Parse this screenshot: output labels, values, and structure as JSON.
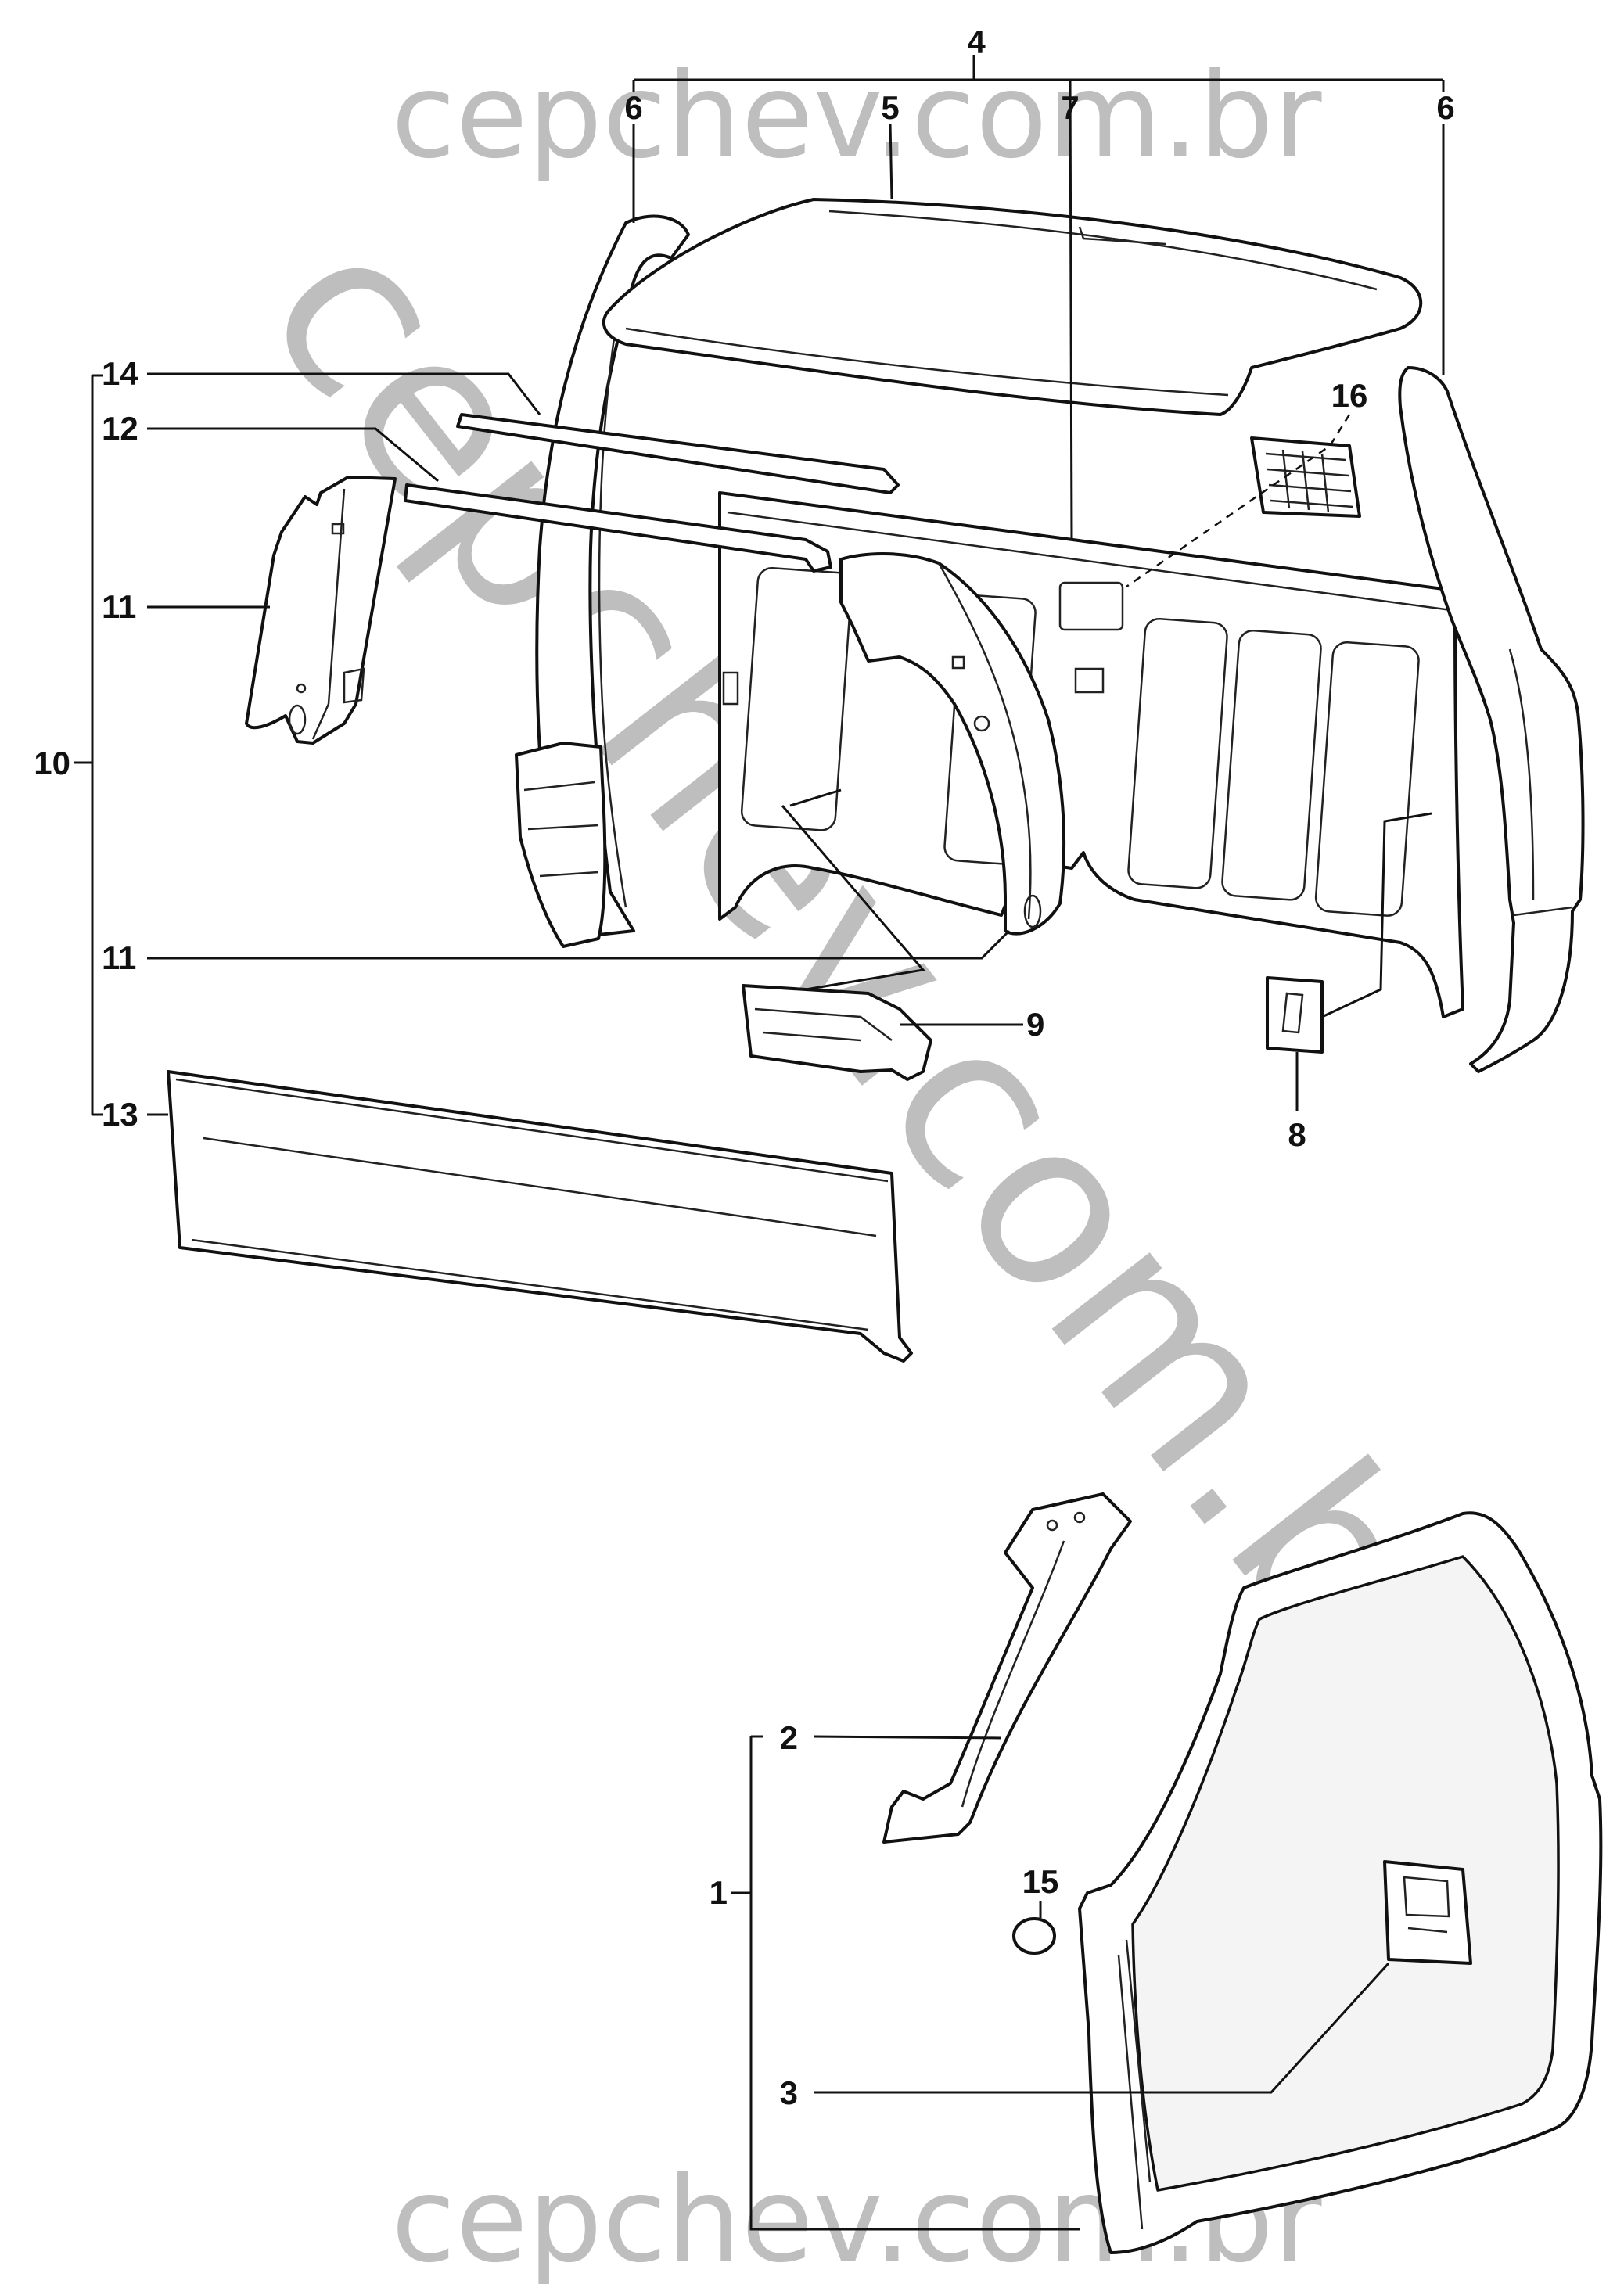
{
  "watermark": {
    "text": "cepchev.com.br",
    "color": "#a9a9a9"
  },
  "callouts": {
    "c1": "1",
    "c2": "2",
    "c3": "3",
    "c4": "4",
    "c5": "5",
    "c6a": "6",
    "c6b": "6",
    "c7": "7",
    "c8": "8",
    "c9": "9",
    "c10": "10",
    "c11a": "11",
    "c11b": "11",
    "c12": "12",
    "c13": "13",
    "c14": "14",
    "c15": "15",
    "c16": "16"
  }
}
